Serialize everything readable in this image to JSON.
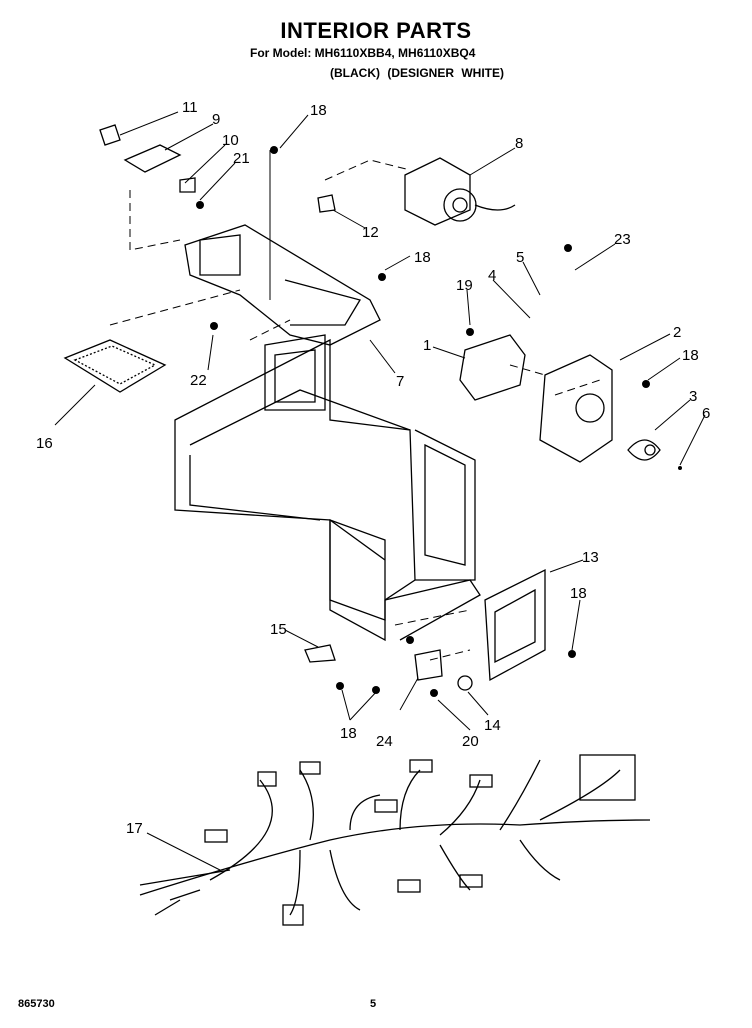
{
  "header": {
    "title": "INTERIOR PARTS",
    "model_line": "For Model: MH6110XBB4, MH6110XBQ4",
    "variant_line": "(BLACK)    (DESIGNER WHITE)"
  },
  "footer": {
    "doc_number": "865730",
    "page": "5"
  },
  "callouts": [
    "11",
    "9",
    "10",
    "21",
    "18",
    "8",
    "12",
    "18",
    "23",
    "5",
    "4",
    "19",
    "1",
    "2",
    "18",
    "3",
    "6",
    "22",
    "7",
    "16",
    "13",
    "18",
    "15",
    "18",
    "24",
    "20",
    "14",
    "17"
  ]
}
